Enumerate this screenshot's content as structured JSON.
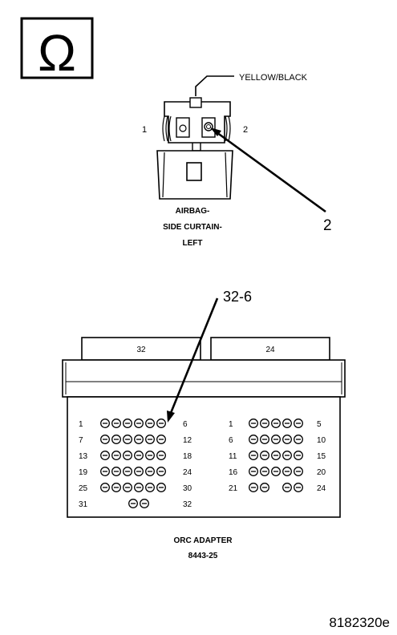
{
  "ohm_symbol": "Ω",
  "airbag_connector": {
    "wire_color": "YELLOW/BLACK",
    "pin_left": "1",
    "pin_right": "2",
    "callout": "2",
    "name_lines": [
      "AIRBAG-",
      "SIDE CURTAIN-",
      "LEFT"
    ]
  },
  "orc_adapter": {
    "callout": "32-6",
    "left_tab": "32",
    "right_tab": "24",
    "left_rows": [
      {
        "start": "1",
        "end": "6",
        "pins": 6
      },
      {
        "start": "7",
        "end": "12",
        "pins": 6
      },
      {
        "start": "13",
        "end": "18",
        "pins": 6
      },
      {
        "start": "19",
        "end": "24",
        "pins": 6
      },
      {
        "start": "25",
        "end": "30",
        "pins": 6
      },
      {
        "start": "31",
        "end": "32",
        "pins": 2
      }
    ],
    "right_rows": [
      {
        "start": "1",
        "end": "5",
        "pins": 5
      },
      {
        "start": "6",
        "end": "10",
        "pins": 5
      },
      {
        "start": "11",
        "end": "15",
        "pins": 5
      },
      {
        "start": "16",
        "end": "20",
        "pins": 5
      },
      {
        "start": "21",
        "end": "24",
        "pins": 4
      }
    ],
    "name": "ORC ADAPTER",
    "part_number": "8443-25"
  },
  "figure_id": "8182320e"
}
